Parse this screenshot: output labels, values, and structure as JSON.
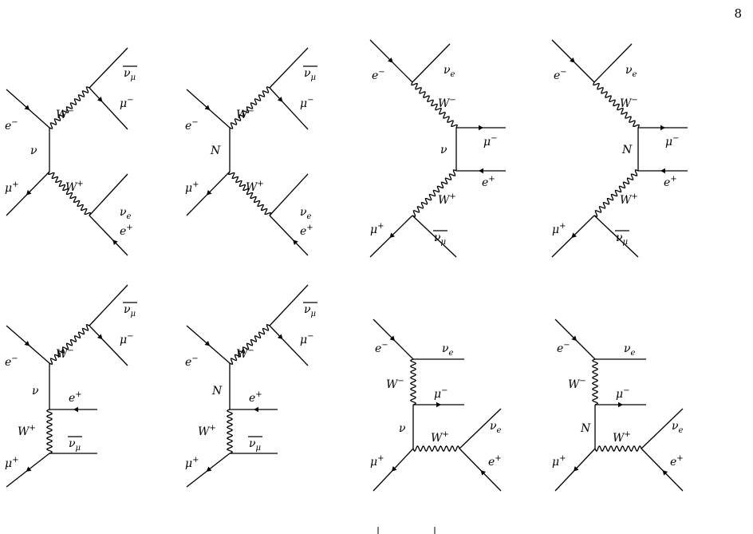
{
  "page": {
    "number": "8"
  },
  "diagrams": [
    {
      "id": "d1",
      "labels": {
        "e_minus": "e",
        "e_minus_sup": "−",
        "mu_plus": "μ",
        "mu_plus_sup": "+",
        "propagator": "ν",
        "w_minus": "W",
        "w_minus_sup": "−",
        "w_plus": "W",
        "w_plus_sup": "+",
        "anti_nu_mu": "ν",
        "anti_nu_mu_sub": "μ",
        "mu_minus": "μ",
        "mu_minus_sup": "−",
        "nu_e": "ν",
        "nu_e_sub": "e",
        "e_plus": "e",
        "e_plus_sup": "+"
      }
    },
    {
      "id": "d2",
      "labels": {
        "e_minus": "e",
        "e_minus_sup": "−",
        "mu_plus": "μ",
        "mu_plus_sup": "+",
        "propagator": "N",
        "w_minus": "W",
        "w_minus_sup": "−",
        "w_plus": "W",
        "w_plus_sup": "+",
        "anti_nu_mu": "ν",
        "anti_nu_mu_sub": "μ",
        "mu_minus": "μ",
        "mu_minus_sup": "−",
        "nu_e": "ν",
        "nu_e_sub": "e",
        "e_plus": "e",
        "e_plus_sup": "+"
      }
    },
    {
      "id": "d3",
      "labels": {
        "e_minus": "e",
        "e_minus_sup": "−",
        "nu_e": "ν",
        "nu_e_sub": "e",
        "w_minus": "W",
        "w_minus_sup": "−",
        "propagator": "ν",
        "mu_minus": "μ",
        "mu_minus_sup": "−",
        "e_plus": "e",
        "e_plus_sup": "+",
        "w_plus": "W",
        "w_plus_sup": "+",
        "mu_plus": "μ",
        "mu_plus_sup": "+",
        "anti_nu_mu": "ν",
        "anti_nu_mu_sub": "μ"
      }
    },
    {
      "id": "d4",
      "labels": {
        "e_minus": "e",
        "e_minus_sup": "−",
        "nu_e": "ν",
        "nu_e_sub": "e",
        "w_minus": "W",
        "w_minus_sup": "−",
        "propagator": "N",
        "mu_minus": "μ",
        "mu_minus_sup": "−",
        "e_plus": "e",
        "e_plus_sup": "+",
        "w_plus": "W",
        "w_plus_sup": "+",
        "mu_plus": "μ",
        "mu_plus_sup": "+",
        "anti_nu_mu": "ν",
        "anti_nu_mu_sub": "μ"
      }
    },
    {
      "id": "d5",
      "labels": {
        "e_minus": "e",
        "e_minus_sup": "−",
        "w_minus": "W",
        "w_minus_sup": "−",
        "anti_nu_mu": "ν",
        "anti_nu_mu_sub": "μ",
        "mu_minus": "μ",
        "mu_minus_sup": "−",
        "propagator": "ν",
        "e_plus": "e",
        "e_plus_sup": "+",
        "w_plus": "W",
        "w_plus_sup": "+",
        "anti_nu_mu_2": "ν",
        "anti_nu_mu_2_sub": "μ",
        "mu_plus": "μ",
        "mu_plus_sup": "+"
      }
    },
    {
      "id": "d6",
      "labels": {
        "e_minus": "e",
        "e_minus_sup": "−",
        "w_minus": "W",
        "w_minus_sup": "−",
        "anti_nu_mu": "ν",
        "anti_nu_mu_sub": "μ",
        "mu_minus": "μ",
        "mu_minus_sup": "−",
        "propagator": "N",
        "e_plus": "e",
        "e_plus_sup": "+",
        "w_plus": "W",
        "w_plus_sup": "+",
        "anti_nu_mu_2": "ν",
        "anti_nu_mu_2_sub": "μ",
        "mu_plus": "μ",
        "mu_plus_sup": "+"
      }
    },
    {
      "id": "d7",
      "labels": {
        "e_minus": "e",
        "e_minus_sup": "−",
        "nu_e": "ν",
        "nu_e_sub": "e",
        "w_minus": "W",
        "w_minus_sup": "−",
        "mu_minus": "μ",
        "mu_minus_sup": "−",
        "propagator": "ν",
        "w_plus": "W",
        "w_plus_sup": "+",
        "nu_e_2": "ν",
        "nu_e_2_sub": "e",
        "mu_plus": "μ",
        "mu_plus_sup": "+",
        "e_plus": "e",
        "e_plus_sup": "+"
      }
    },
    {
      "id": "d8",
      "labels": {
        "e_minus": "e",
        "e_minus_sup": "−",
        "nu_e": "ν",
        "nu_e_sub": "e",
        "w_minus": "W",
        "w_minus_sup": "−",
        "mu_minus": "μ",
        "mu_minus_sup": "−",
        "propagator": "N",
        "w_plus": "W",
        "w_plus_sup": "+",
        "nu_e_2": "ν",
        "nu_e_2_sub": "e",
        "mu_plus": "μ",
        "mu_plus_sup": "+",
        "e_plus": "e",
        "e_plus_sup": "+"
      }
    }
  ]
}
